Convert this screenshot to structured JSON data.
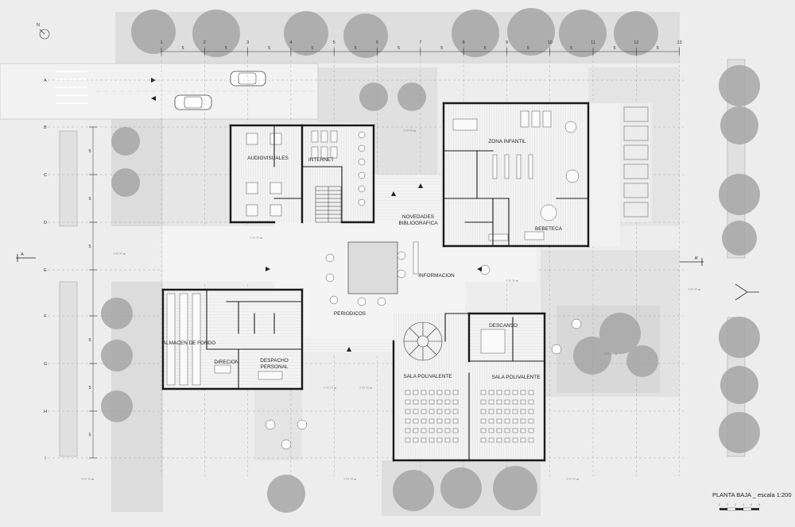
{
  "colors": {
    "background": "#ededed",
    "paper": "#f5f5f5",
    "hatch": "#d9d9d9",
    "green": "#dcdcdc",
    "tree": "#a9a9a9",
    "wall": "#1a1a1a",
    "text": "#222222"
  },
  "title": "PLANTA BAJA _ escala 1:200",
  "north_label": "N",
  "scale_bar": [
    "0",
    "1",
    "2",
    "3",
    "4",
    "5"
  ],
  "section_marks": {
    "left": "A",
    "right": "A'"
  },
  "grid": {
    "columns": [
      "1",
      "2",
      "3",
      "4",
      "5",
      "6",
      "7",
      "8",
      "9",
      "10",
      "11",
      "12",
      "13"
    ],
    "rows": [
      "A",
      "B",
      "C",
      "D",
      "E",
      "F",
      "G",
      "H",
      "I"
    ],
    "col_spacing": [
      "5",
      "5",
      "5",
      "5",
      "5",
      "5",
      "5",
      "5",
      "5",
      "5",
      "5",
      "5"
    ],
    "row_spacing": [
      "5",
      "5",
      "5",
      "5",
      "5",
      "5",
      "5"
    ]
  },
  "rooms": {
    "audiovisuales": "AUDIOVISUALES",
    "internet": "INTERNET",
    "zona_infantil": "ZONA INFANTIL",
    "novedades_1": "NOVEDADES",
    "novedades_2": "BIBLIOGRAFICA",
    "bebeteca": "BEBETECA",
    "informacion": "INFORMACION",
    "periodicos": "PERIODICOS",
    "almacen": "ALMACEN DE FONDO",
    "direcion": "DIRECION",
    "despacho_1": "DESPACHO",
    "despacho_2": "PERSONAL",
    "descanso": "DESCANSO",
    "sala_1": "SALA POLIVALENTE",
    "sala_2": "SALA POLIVALENTE"
  },
  "levels": {
    "l1": "?.?? ?? m",
    "l2": "?.?? ?? m"
  }
}
